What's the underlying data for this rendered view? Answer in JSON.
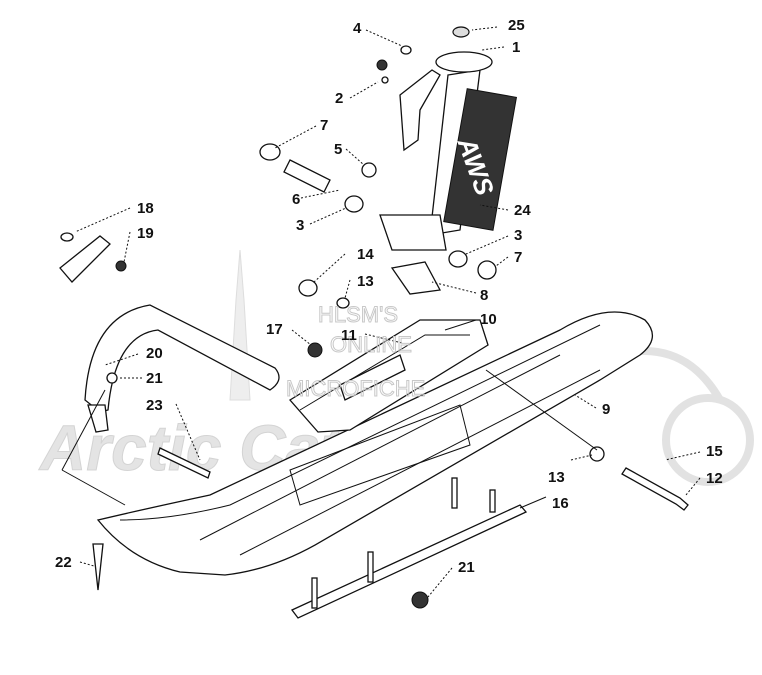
{
  "watermark": {
    "line1": "HLSM'S",
    "line2": "ONLINE",
    "line3": "MICROFICHE",
    "brand": "Arctic Cat"
  },
  "logo_text": "AWS",
  "callouts": [
    {
      "id": "c25",
      "label": "25"
    },
    {
      "id": "c1",
      "label": "1"
    },
    {
      "id": "c4",
      "label": "4"
    },
    {
      "id": "c2",
      "label": "2"
    },
    {
      "id": "c7a",
      "label": "7"
    },
    {
      "id": "c5",
      "label": "5"
    },
    {
      "id": "c6",
      "label": "6"
    },
    {
      "id": "c3a",
      "label": "3"
    },
    {
      "id": "c24",
      "label": "24"
    },
    {
      "id": "c3b",
      "label": "3"
    },
    {
      "id": "c7b",
      "label": "7"
    },
    {
      "id": "c18",
      "label": "18"
    },
    {
      "id": "c19",
      "label": "19"
    },
    {
      "id": "c14",
      "label": "14"
    },
    {
      "id": "c13a",
      "label": "13"
    },
    {
      "id": "c8",
      "label": "8"
    },
    {
      "id": "c17",
      "label": "17"
    },
    {
      "id": "c11",
      "label": "11"
    },
    {
      "id": "c10",
      "label": "10"
    },
    {
      "id": "c20",
      "label": "20"
    },
    {
      "id": "c21a",
      "label": "21"
    },
    {
      "id": "c23",
      "label": "23"
    },
    {
      "id": "c9",
      "label": "9"
    },
    {
      "id": "c15",
      "label": "15"
    },
    {
      "id": "c13b",
      "label": "13"
    },
    {
      "id": "c12",
      "label": "12"
    },
    {
      "id": "c16",
      "label": "16"
    },
    {
      "id": "c22",
      "label": "22"
    },
    {
      "id": "c21b",
      "label": "21"
    }
  ]
}
